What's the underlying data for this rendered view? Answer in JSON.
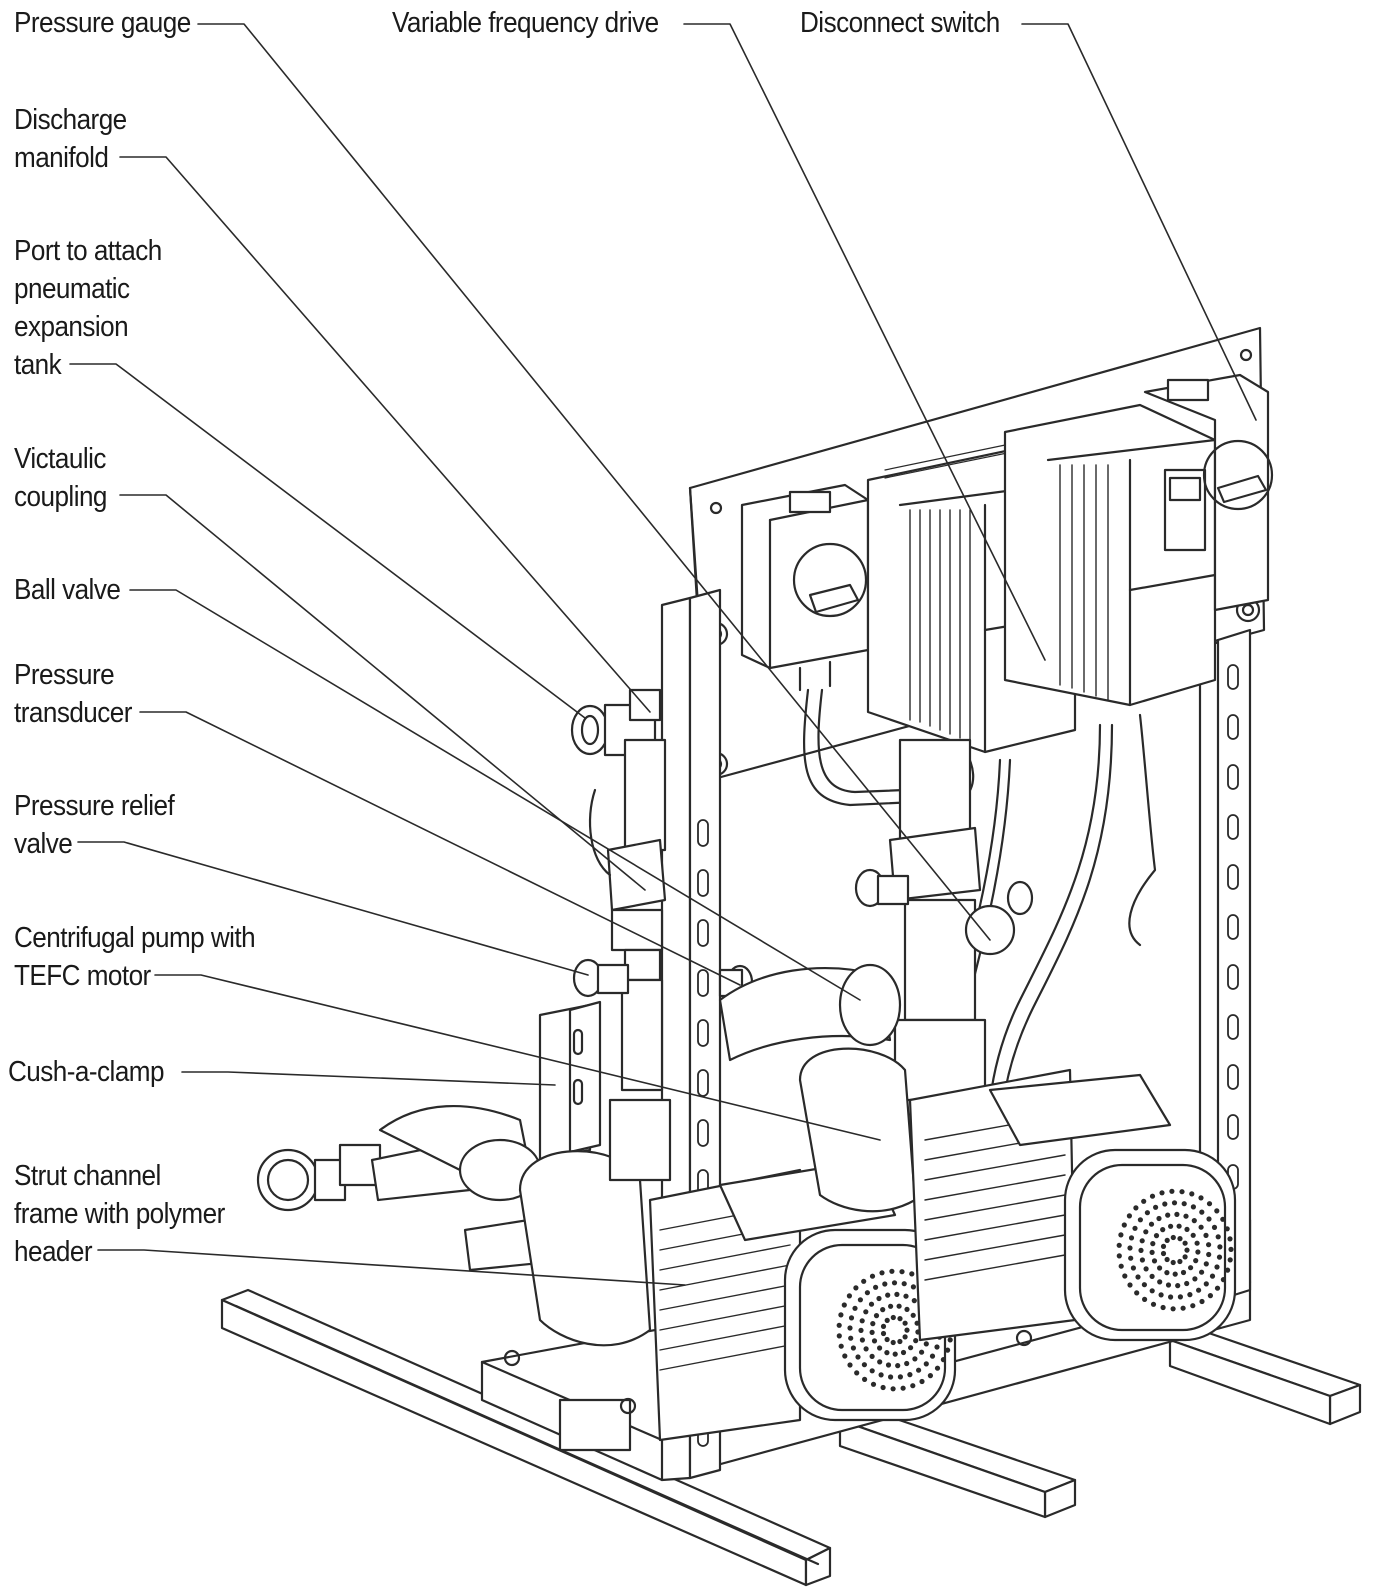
{
  "labels": {
    "pressure_gauge": [
      "Pressure gauge"
    ],
    "variable_frequency_drive": [
      "Variable frequency drive"
    ],
    "disconnect_switch": [
      "Disconnect switch"
    ],
    "discharge_manifold": [
      "Discharge",
      "manifold"
    ],
    "expansion_tank_port": [
      "Port to attach",
      "pneumatic",
      "expansion",
      "tank"
    ],
    "victaulic_coupling": [
      "Victaulic",
      "coupling"
    ],
    "ball_valve": [
      "Ball valve"
    ],
    "pressure_transducer": [
      "Pressure",
      "transducer"
    ],
    "pressure_relief_valve": [
      "Pressure relief",
      "valve"
    ],
    "centrifugal_pump": [
      "Centrifugal pump with",
      "TEFC motor"
    ],
    "cush_a_clamp": [
      "Cush-a-clamp"
    ],
    "strut_channel_frame": [
      "Strut channel",
      "frame with polymer",
      "header"
    ]
  },
  "colors": {
    "line": "#2a2a2a",
    "text": "#1a1a1a",
    "background": "#ffffff"
  }
}
